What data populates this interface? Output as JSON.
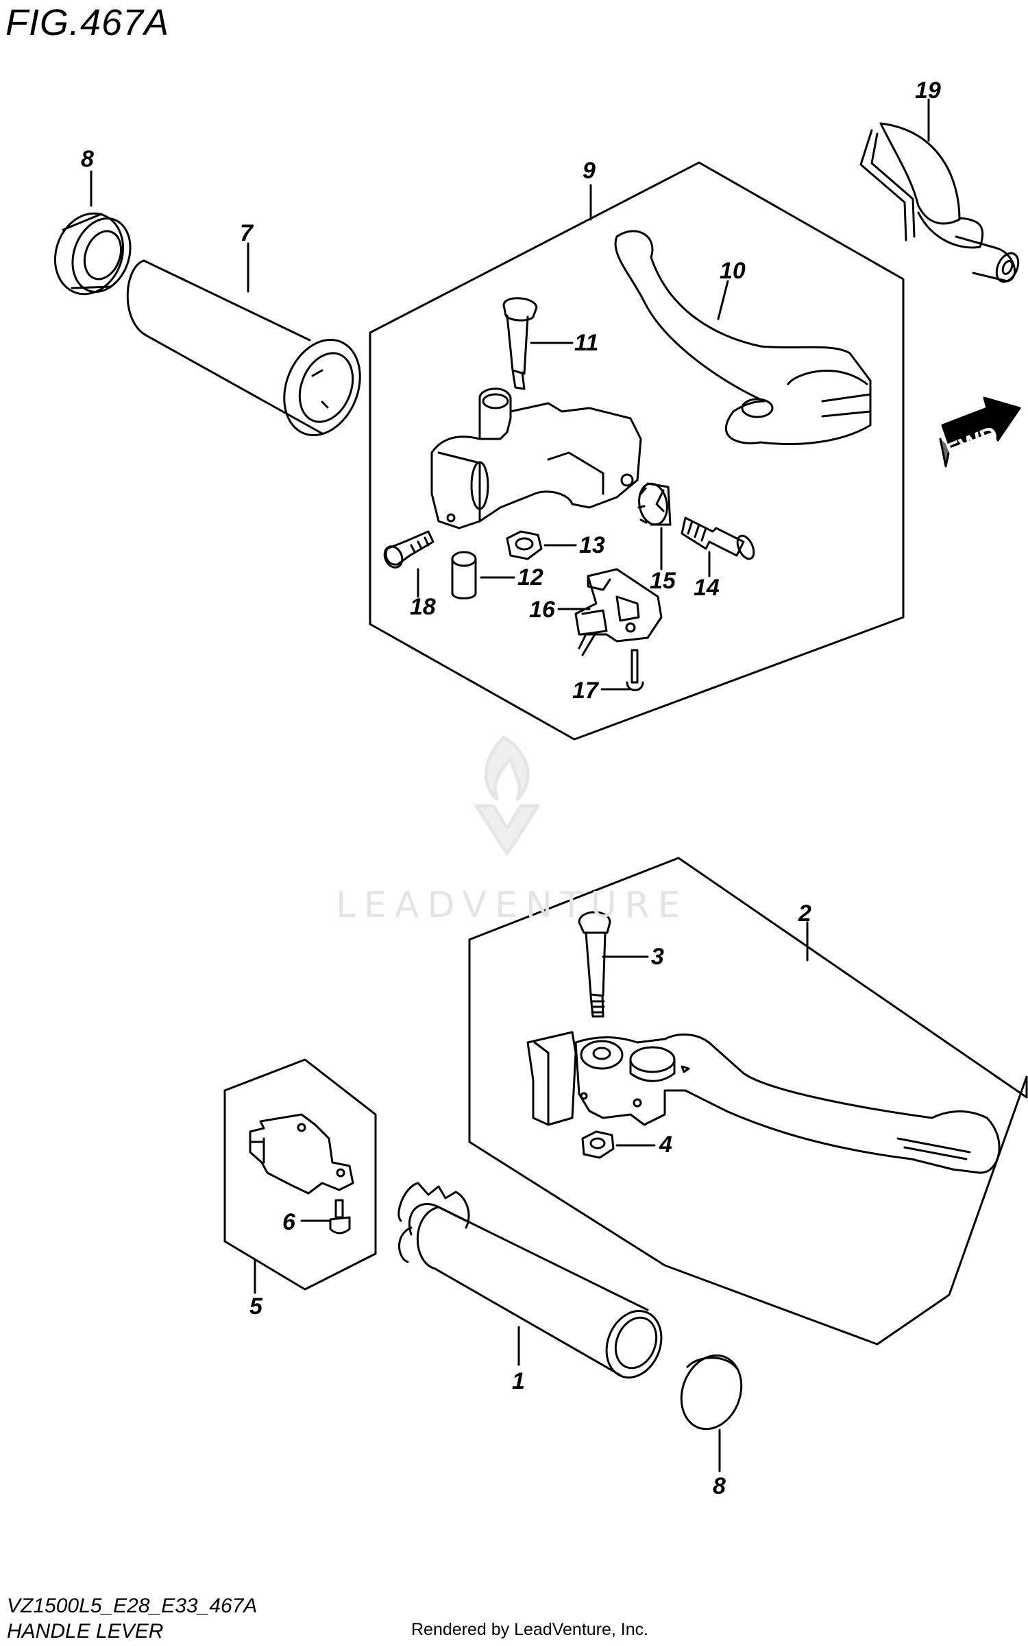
{
  "figure": {
    "title": "FIG.467A",
    "model_code": "VZ1500L5_E28_E33_467A",
    "name": "HANDLE LEVER",
    "rendered_by": "Rendered by LeadVenture, Inc.",
    "watermark": "LEADVENTURE",
    "direction_label": "FWD"
  },
  "callouts": {
    "c1": "1",
    "c2": "2",
    "c3": "3",
    "c4": "4",
    "c5": "5",
    "c6": "6",
    "c7": "7",
    "c8a": "8",
    "c8b": "8",
    "c9": "9",
    "c10": "10",
    "c11": "11",
    "c12": "12",
    "c13": "13",
    "c14": "14",
    "c15": "15",
    "c16": "16",
    "c17": "17",
    "c18": "18",
    "c19": "19"
  }
}
